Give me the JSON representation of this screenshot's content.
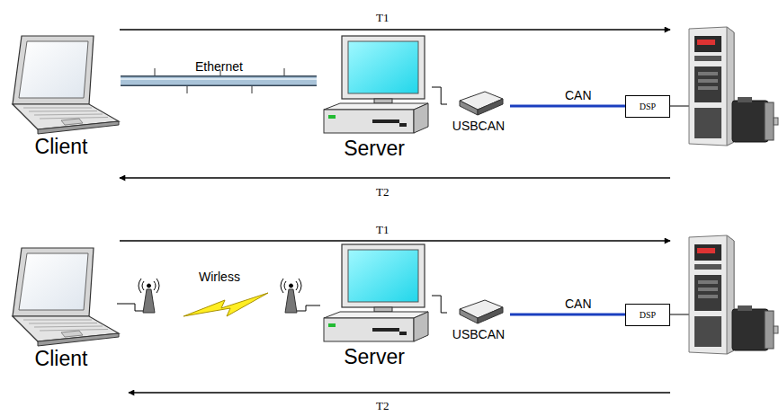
{
  "diagram": {
    "nodes": [
      {
        "text": [
          "Client"
        ]
      },
      {
        "text": [
          "Server"
        ]
      },
      {
        "text": [
          "USBCAN"
        ]
      },
      {
        "text": [
          "DSP"
        ]
      },
      {
        "text": [
          "Client"
        ]
      },
      {
        "text": [
          "Server"
        ]
      },
      {
        "text": [
          "USBCAN"
        ]
      },
      {
        "text": [
          "DSP"
        ]
      }
    ],
    "edges": [
      {
        "from": 0,
        "to": 1,
        "label": "Ethernet",
        "arrow": "none"
      },
      {
        "from": 1,
        "to": 2,
        "arrow": "none"
      },
      {
        "from": 2,
        "to": 3,
        "label": "CAN",
        "arrow": "none"
      },
      {
        "from": 5,
        "to": 6,
        "arrow": "none"
      },
      {
        "from": 6,
        "to": 7,
        "label": "CAN",
        "arrow": "none"
      }
    ],
    "labels": [
      "T1",
      "T2",
      "T1",
      "T2",
      "Wirless"
    ]
  }
}
